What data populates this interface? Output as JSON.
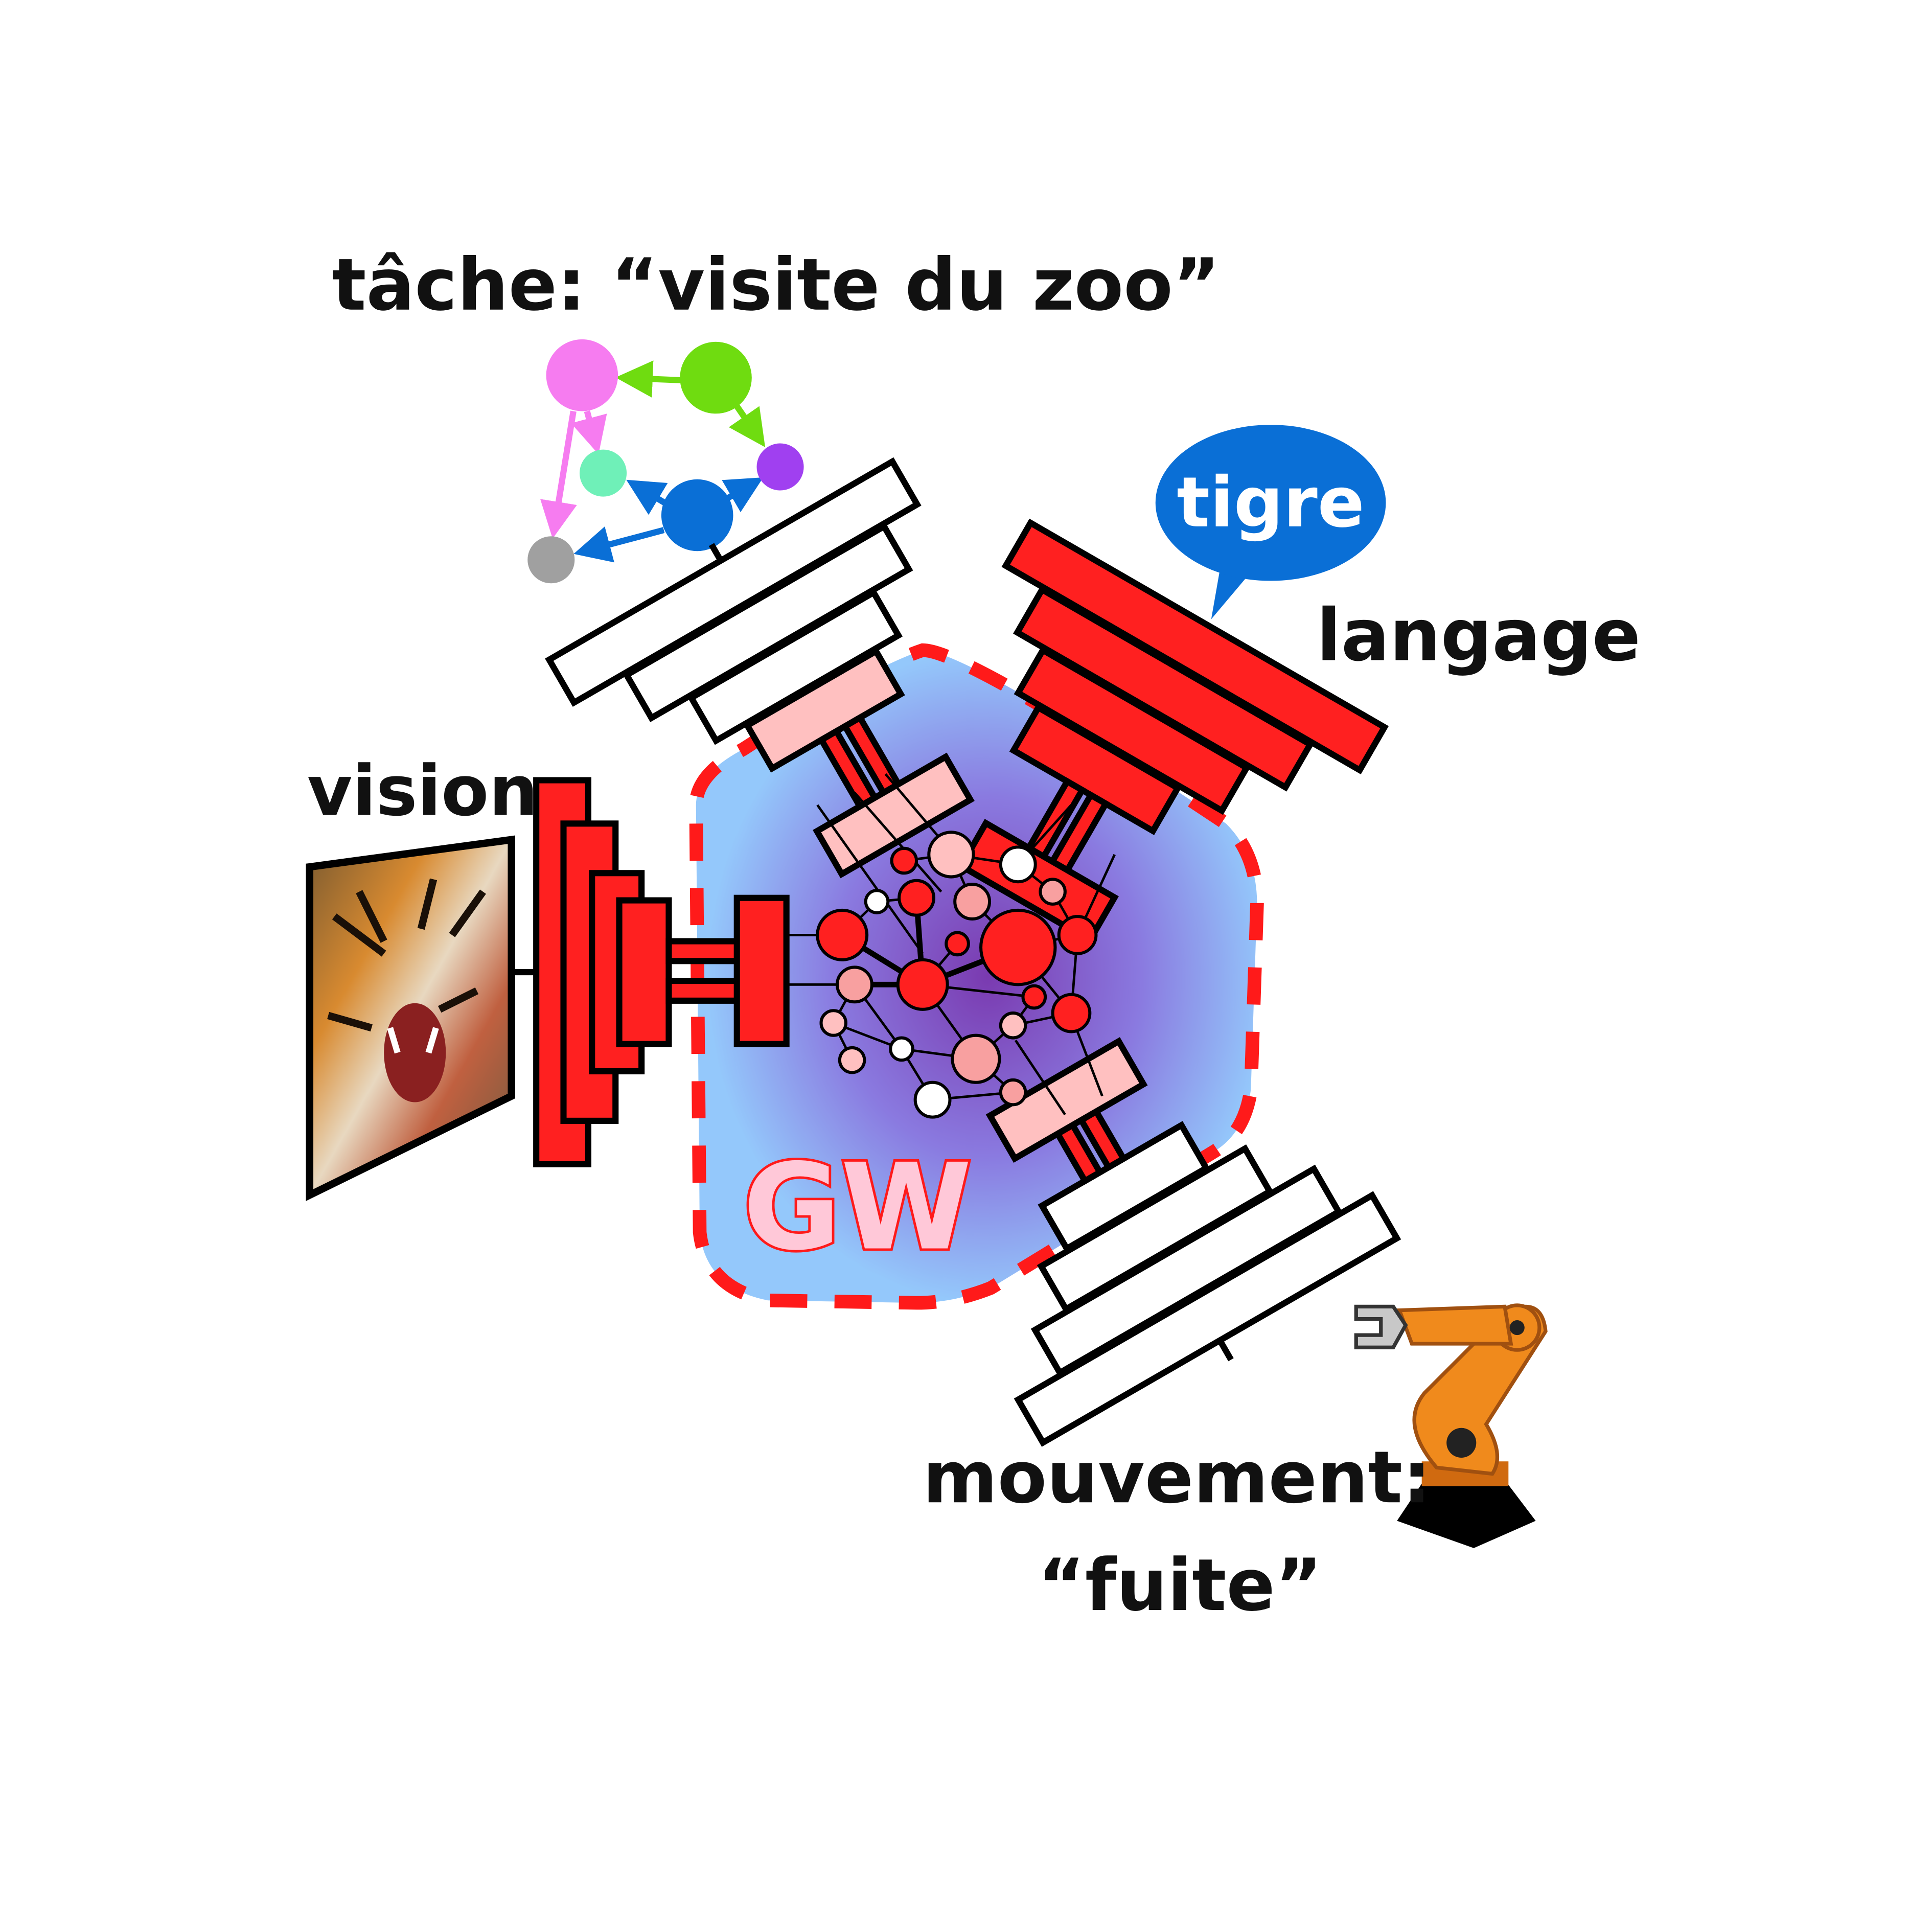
{
  "labels": {
    "task": "tâche: “visite du zoo”",
    "vision": "vision",
    "language": "langage",
    "speech_bubble": "tigre",
    "movement": "mouvement:",
    "movement_value": "“fuite”",
    "workspace": "GW"
  },
  "colors": {
    "encoder_red": "#ff2020",
    "encoder_pink": "#ffc0c0",
    "workspace_border": "#ff1a1a",
    "workspace_fill": "#94c8fb",
    "workspace_core": "#7a3ab0",
    "bubble": "#0a6fd6",
    "robot": "#f08a1c",
    "task_nodes": [
      "#f67cf0",
      "#6fdc10",
      "#6ff0b8",
      "#a040f0",
      "#0a6fd6",
      "#a0a0a0"
    ]
  }
}
